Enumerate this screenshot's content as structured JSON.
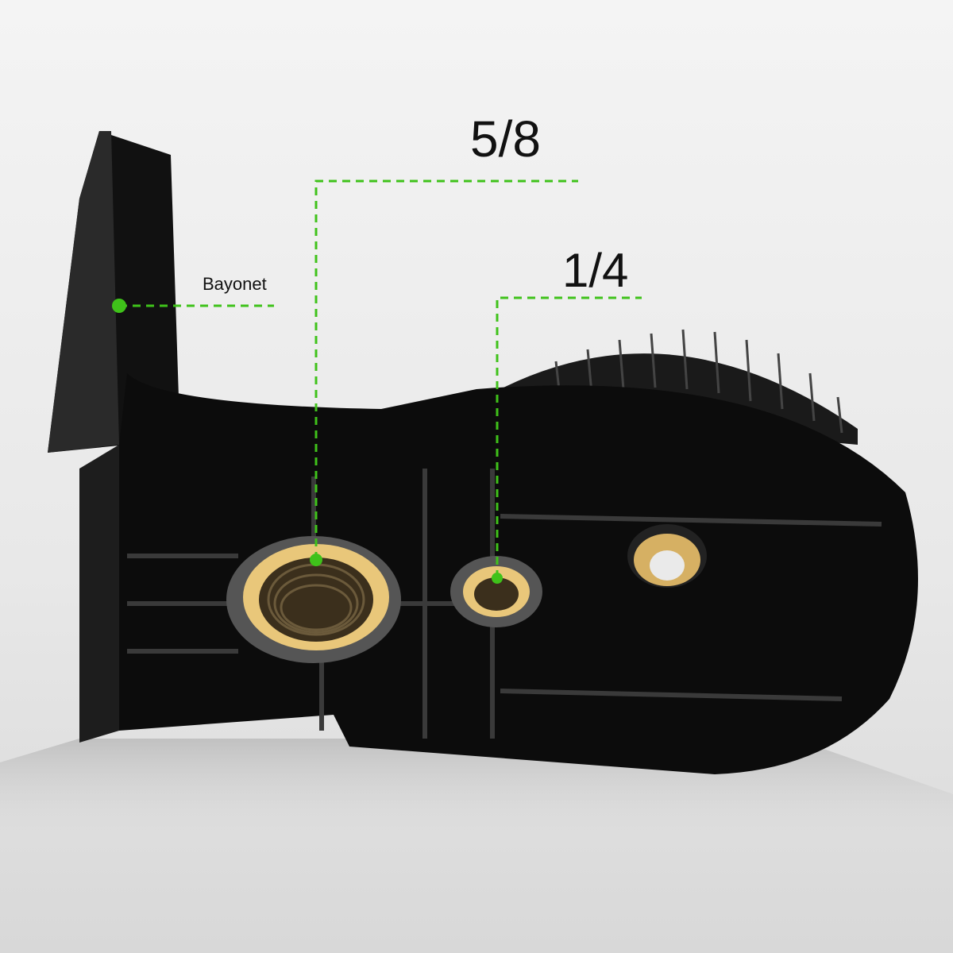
{
  "callouts": {
    "large_thread": "5/8",
    "small_thread": "1/4",
    "bayonet": "Bayonet"
  },
  "colors": {
    "callout_line": "#3fc21a",
    "brass": "#e9c77a",
    "body": "#0c0c0c"
  }
}
